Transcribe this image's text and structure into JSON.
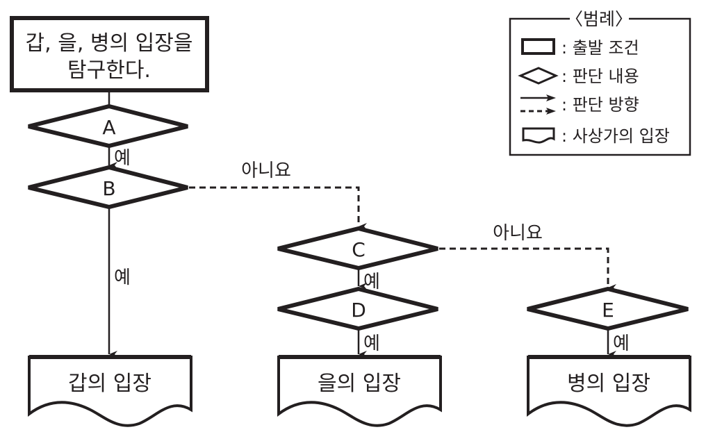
{
  "start": {
    "line1": "갑, 을, 병의 입장을",
    "line2": "탐구한다."
  },
  "decisions": {
    "A": "A",
    "B": "B",
    "C": "C",
    "D": "D",
    "E": "E"
  },
  "edge_labels": {
    "yes": "예",
    "no": "아니요"
  },
  "outcomes": {
    "gap": "갑의 입장",
    "eul": "을의 입장",
    "byeong": "병의 입장"
  },
  "legend": {
    "title": "〈범례〉",
    "items": [
      {
        "symbol": "rectangle",
        "label": ": 출발 조건"
      },
      {
        "symbol": "diamond",
        "label": ": 판단 내용"
      },
      {
        "symbol": "arrows",
        "label": ": 판단 방향"
      },
      {
        "symbol": "document",
        "label": ": 사상가의 입장"
      }
    ]
  },
  "colors": {
    "ink": "#231f20",
    "background": "#ffffff"
  }
}
